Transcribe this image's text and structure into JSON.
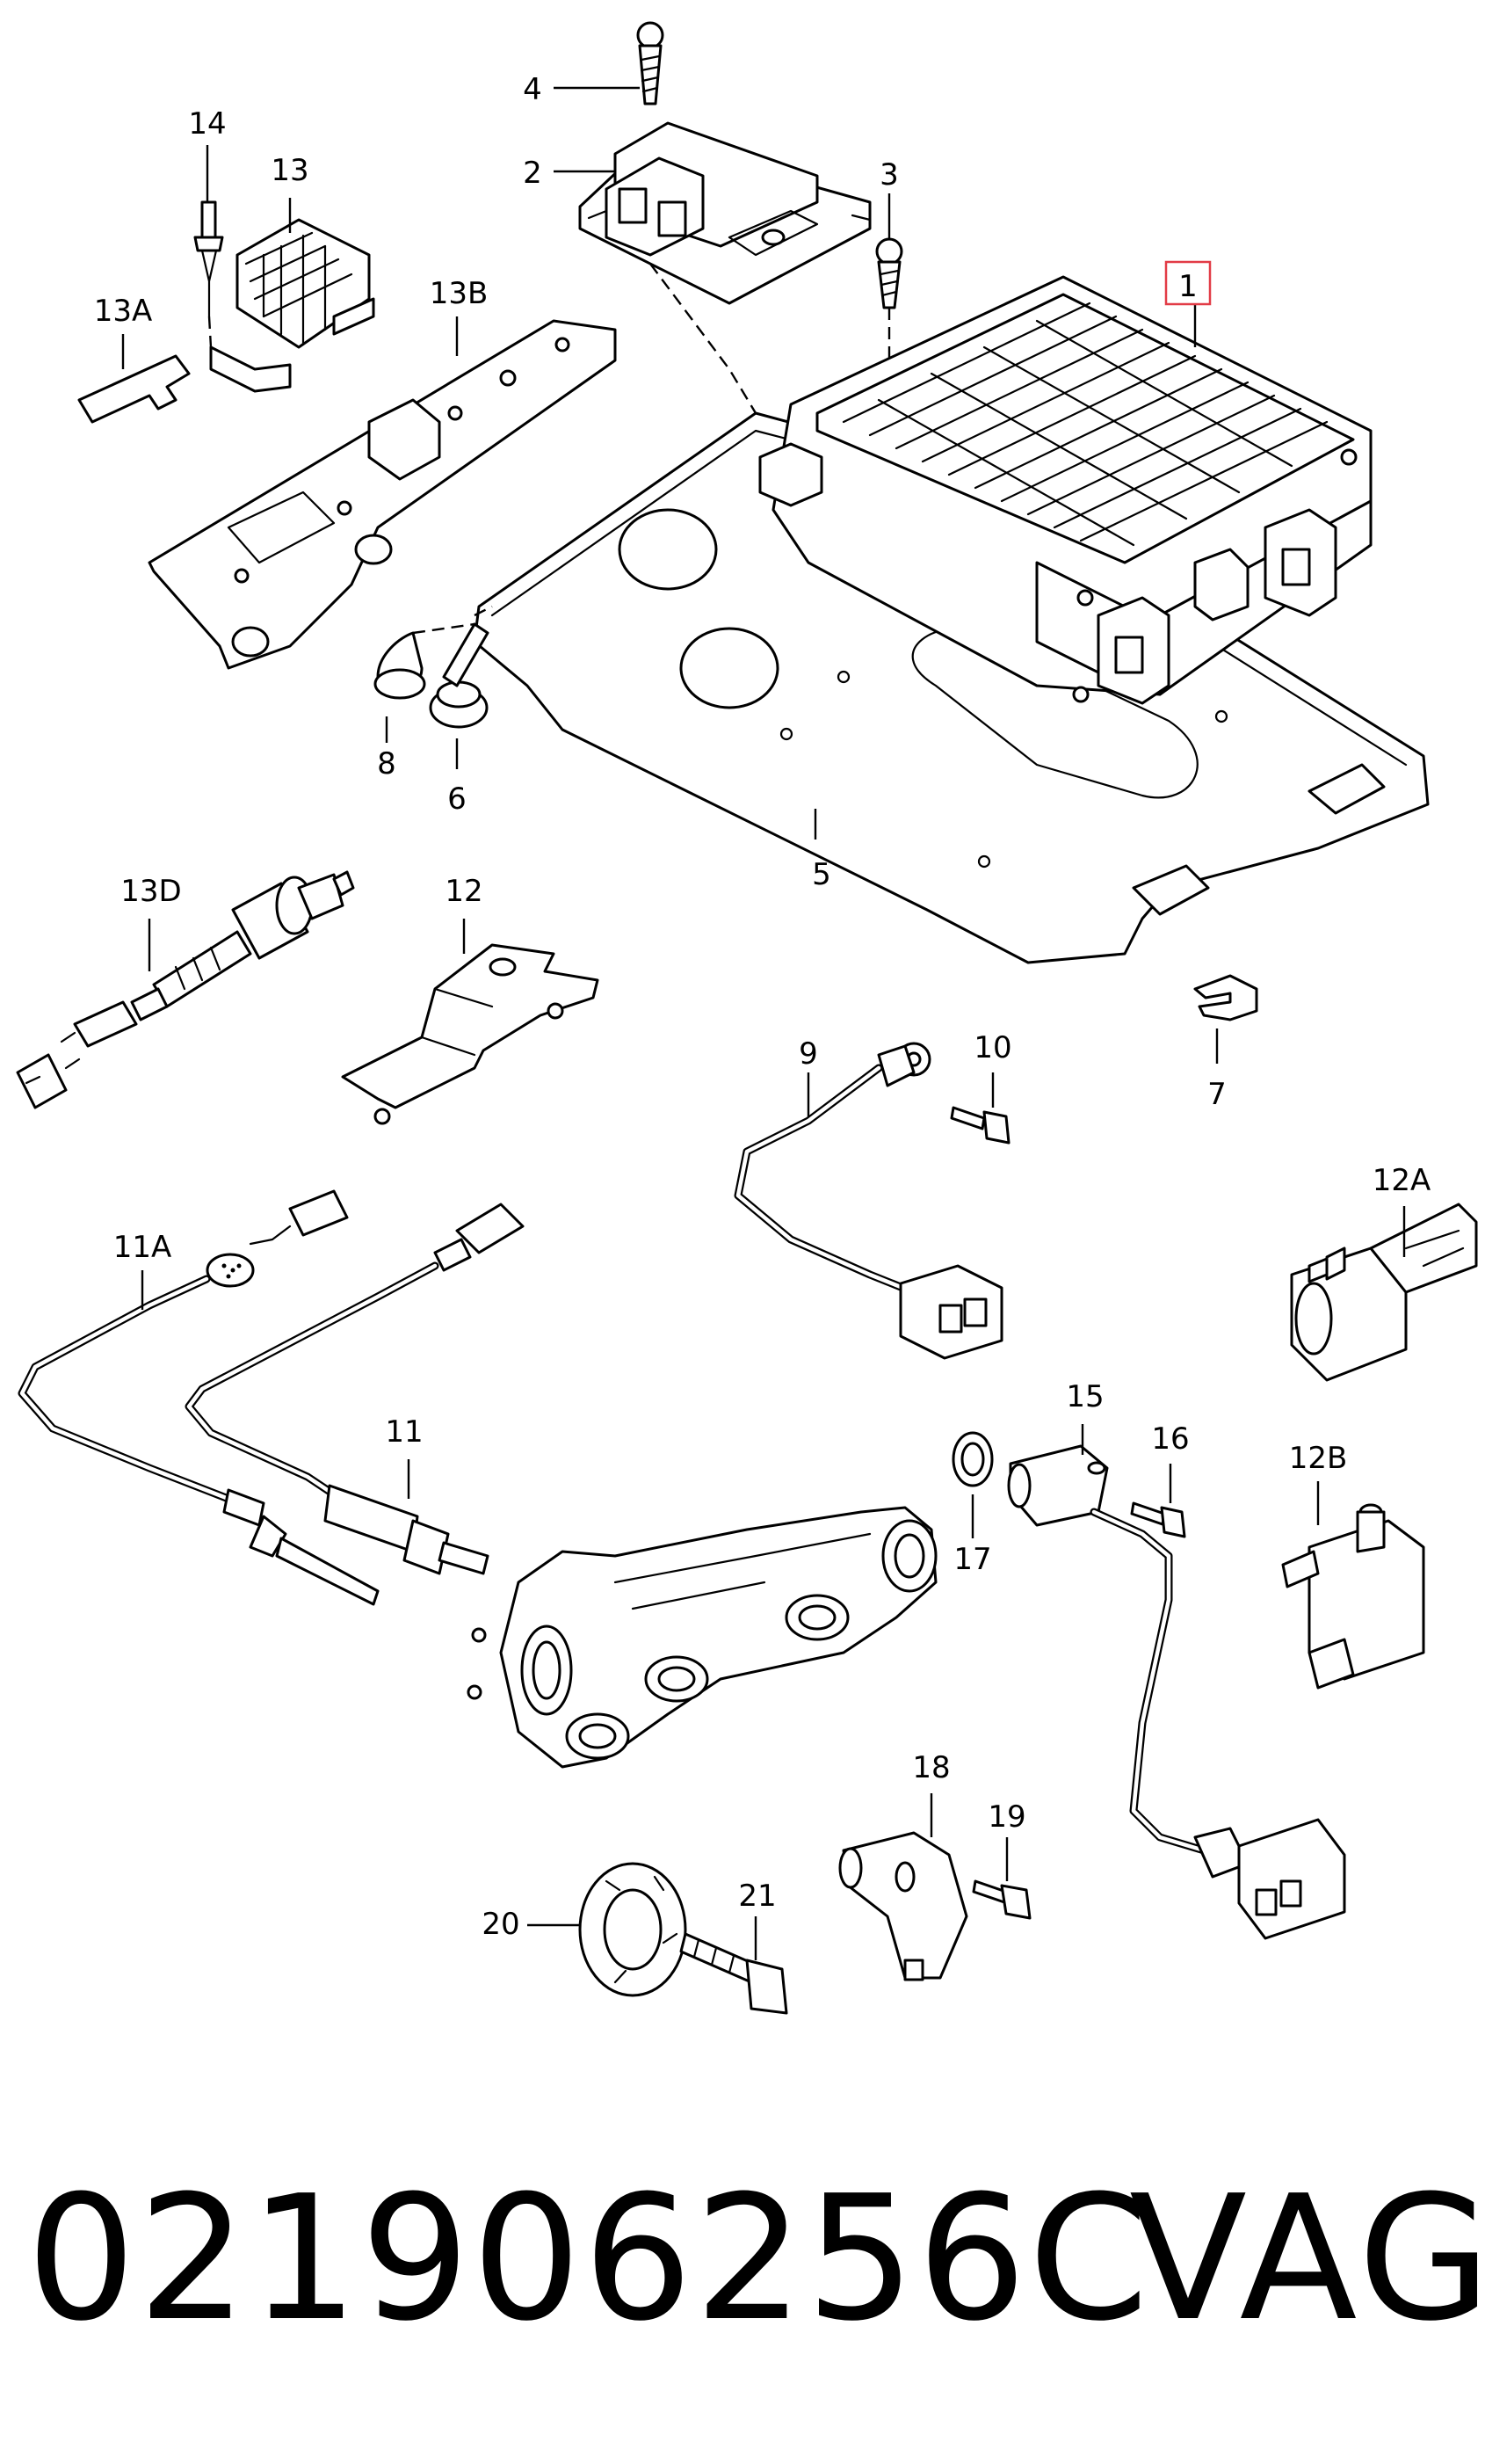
{
  "diagram": {
    "callouts": [
      {
        "label": "1",
        "highlighted": true
      },
      {
        "label": "2"
      },
      {
        "label": "3"
      },
      {
        "label": "4"
      },
      {
        "label": "5"
      },
      {
        "label": "6"
      },
      {
        "label": "7"
      },
      {
        "label": "8"
      },
      {
        "label": "9"
      },
      {
        "label": "10"
      },
      {
        "label": "11"
      },
      {
        "label": "11A"
      },
      {
        "label": "12"
      },
      {
        "label": "12A"
      },
      {
        "label": "12B"
      },
      {
        "label": "13"
      },
      {
        "label": "13A"
      },
      {
        "label": "13B"
      },
      {
        "label": "13D"
      },
      {
        "label": "14"
      },
      {
        "label": "15"
      },
      {
        "label": "16"
      },
      {
        "label": "17"
      },
      {
        "label": "18"
      },
      {
        "label": "19"
      },
      {
        "label": "20"
      },
      {
        "label": "21"
      }
    ],
    "highlight_color": "#e23b46",
    "line_color": "#000000"
  },
  "footer": {
    "part_number": "021906256C",
    "brand": "VAG"
  }
}
